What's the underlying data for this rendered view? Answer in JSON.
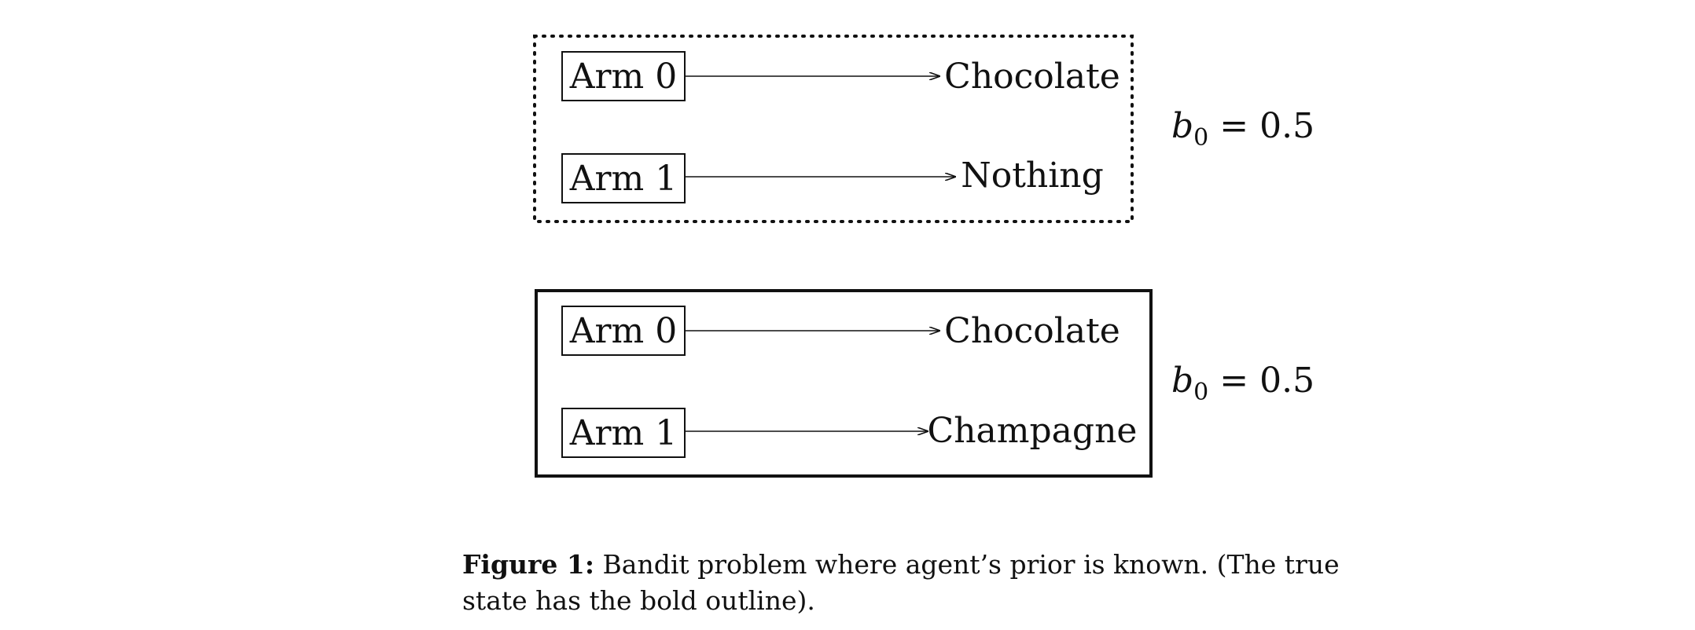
{
  "states": [
    {
      "outline": "dotted",
      "arms": [
        {
          "label": "Arm 0",
          "outcome": "Chocolate"
        },
        {
          "label": "Arm 1",
          "outcome": "Nothing"
        }
      ],
      "belief": {
        "symbol": "b",
        "subscript": "0",
        "equals": "=",
        "value": "0.5"
      }
    },
    {
      "outline": "bold",
      "arms": [
        {
          "label": "Arm 0",
          "outcome": "Chocolate"
        },
        {
          "label": "Arm 1",
          "outcome": "Champagne"
        }
      ],
      "belief": {
        "symbol": "b",
        "subscript": "0",
        "equals": "=",
        "value": "0.5"
      }
    }
  ],
  "caption": {
    "label": "Figure 1:",
    "text": " Bandit problem where agent’s prior is known. (The true state has the bold outline)."
  },
  "colors": {
    "ink": "#111111",
    "background": "#ffffff"
  }
}
